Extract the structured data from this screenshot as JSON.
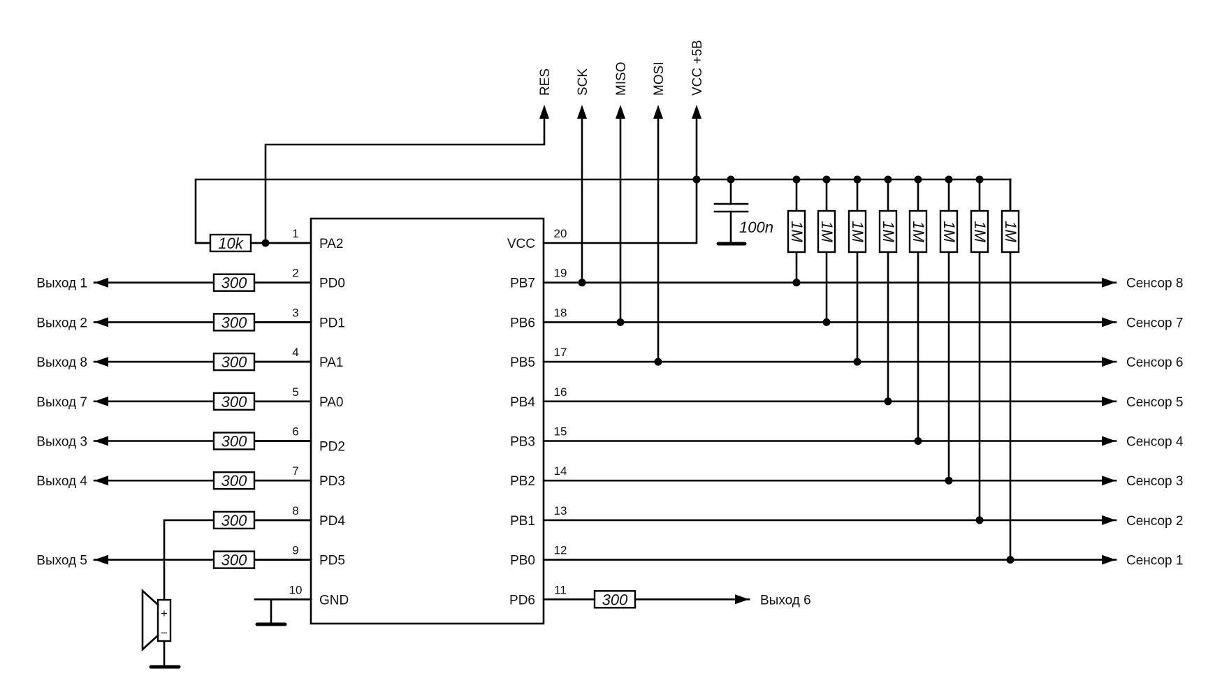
{
  "ic": {
    "left_pins": [
      {
        "num": "1",
        "name": "PA2"
      },
      {
        "num": "2",
        "name": "PD0"
      },
      {
        "num": "3",
        "name": "PD1"
      },
      {
        "num": "4",
        "name": "PA1"
      },
      {
        "num": "5",
        "name": "PA0"
      },
      {
        "num": "6",
        "name": "PD2"
      },
      {
        "num": "7",
        "name": "PD3"
      },
      {
        "num": "8",
        "name": "PD4"
      },
      {
        "num": "9",
        "name": "PD5"
      },
      {
        "num": "10",
        "name": "GND"
      }
    ],
    "right_pins": [
      {
        "num": "20",
        "name": "VCC"
      },
      {
        "num": "19",
        "name": "PB7"
      },
      {
        "num": "18",
        "name": "PB6"
      },
      {
        "num": "17",
        "name": "PB5"
      },
      {
        "num": "16",
        "name": "PB4"
      },
      {
        "num": "15",
        "name": "PB3"
      },
      {
        "num": "14",
        "name": "PB2"
      },
      {
        "num": "13",
        "name": "PB1"
      },
      {
        "num": "12",
        "name": "PB0"
      },
      {
        "num": "11",
        "name": "PD6"
      }
    ]
  },
  "pullup_resistor": {
    "value": "10k"
  },
  "left_outputs": [
    {
      "pin_row": 1,
      "resistor": "300",
      "label": "Выход 1"
    },
    {
      "pin_row": 2,
      "resistor": "300",
      "label": "Выход 2"
    },
    {
      "pin_row": 3,
      "resistor": "300",
      "label": "Выход 8"
    },
    {
      "pin_row": 4,
      "resistor": "300",
      "label": "Выход 7"
    },
    {
      "pin_row": 5,
      "resistor": "300",
      "label": "Выход 3"
    },
    {
      "pin_row": 6,
      "resistor": "300",
      "label": "Выход 4"
    },
    {
      "pin_row": 8,
      "resistor": "300",
      "label": "Выход 5"
    }
  ],
  "speaker": {
    "pin_row": 7,
    "resistor": "300",
    "plus": "+",
    "minus": "−"
  },
  "right_output": {
    "resistor": "300",
    "label": "Выход 6"
  },
  "programming_header": [
    {
      "label": "RES"
    },
    {
      "label": "SCK",
      "pin_row": 1
    },
    {
      "label": "MISO",
      "pin_row": 2
    },
    {
      "label": "MOSI",
      "pin_row": 3
    },
    {
      "label": "VCC +5B",
      "pin_row": 0
    }
  ],
  "decoupling_capacitor": {
    "value": "100n"
  },
  "sensor_resistors": [
    {
      "value": "1M",
      "pin_row": 1
    },
    {
      "value": "1M",
      "pin_row": 2
    },
    {
      "value": "1M",
      "pin_row": 3
    },
    {
      "value": "1M",
      "pin_row": 4
    },
    {
      "value": "1M",
      "pin_row": 5
    },
    {
      "value": "1M",
      "pin_row": 6
    },
    {
      "value": "1M",
      "pin_row": 7
    },
    {
      "value": "1M",
      "pin_row": 8
    }
  ],
  "sensors": [
    {
      "pin_row": 1,
      "label": "Сенсор 8"
    },
    {
      "pin_row": 2,
      "label": "Сенсор 7"
    },
    {
      "pin_row": 3,
      "label": "Сенсор 6"
    },
    {
      "pin_row": 4,
      "label": "Сенсор 5"
    },
    {
      "pin_row": 5,
      "label": "Сенсор 4"
    },
    {
      "pin_row": 6,
      "label": "Сенсор 3"
    },
    {
      "pin_row": 7,
      "label": "Сенсор 2"
    },
    {
      "pin_row": 8,
      "label": "Сенсор 1"
    }
  ]
}
